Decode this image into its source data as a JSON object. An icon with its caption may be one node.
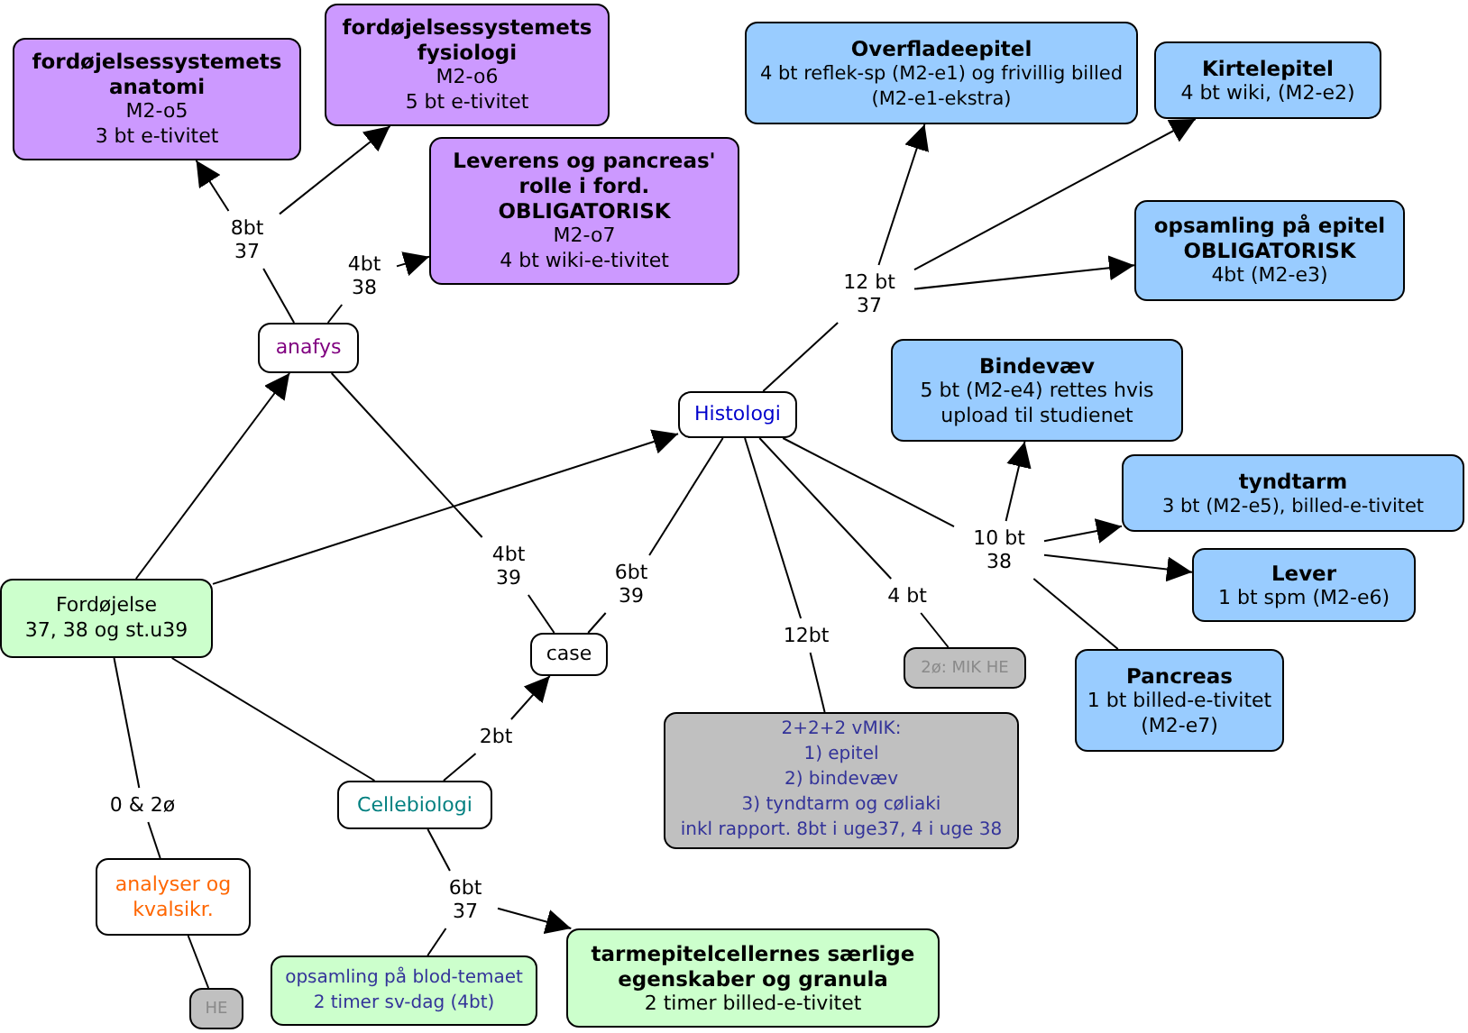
{
  "diagram": {
    "nodes": [
      {
        "text": [
          "Fordøjelse",
          "37, 38 og st.u39"
        ]
      },
      {
        "text": [
          "anafys"
        ]
      },
      {
        "text": [
          "Histologi"
        ]
      },
      {
        "text": [
          "case"
        ]
      },
      {
        "text": [
          "Cellebiologi"
        ]
      },
      {
        "text": [
          "analyser og kvalsikr."
        ]
      },
      {
        "text": [
          "HE"
        ]
      },
      {
        "text": [
          "8bt 37"
        ]
      },
      {
        "text": [
          "fordøjelsessystemets anatomi",
          "M2-o5",
          "3 bt e-tivitet"
        ]
      },
      {
        "text": [
          "fordøjelsessystemets fysiologi",
          "M2-o6",
          "5 bt e-tivitet"
        ]
      },
      {
        "text": [
          "4bt 38"
        ]
      },
      {
        "text": [
          "Leverens og pancreas' rolle i ford. OBLIGATORISK",
          "M2-o7",
          "4 bt wiki-e-tivitet"
        ]
      },
      {
        "text": [
          "12 bt 37"
        ]
      },
      {
        "text": [
          "Overfladeepitel",
          "4 bt reflek-sp (M2-e1) og frivillig billed (M2-e1-ekstra)"
        ]
      },
      {
        "text": [
          "Kirtelepitel",
          "4 bt wiki, (M2-e2)"
        ]
      },
      {
        "text": [
          "opsamling på epitel OBLIGATORISK",
          "4bt (M2-e3)"
        ]
      },
      {
        "text": [
          "Bindevæv",
          "5 bt (M2-e4) rettes hvis upload til studienet"
        ]
      },
      {
        "text": [
          "10 bt 38"
        ]
      },
      {
        "text": [
          "tyndtarm",
          "3 bt (M2-e5), billed-e-tivitet"
        ]
      },
      {
        "text": [
          "Lever",
          "1 bt spm (M2-e6)"
        ]
      },
      {
        "text": [
          "Pancreas",
          "1 bt billed-e-tivitet (M2-e7)"
        ]
      },
      {
        "text": [
          "4 bt"
        ]
      },
      {
        "text": [
          "2ø: MIK HE"
        ]
      },
      {
        "text": [
          "12bt"
        ]
      },
      {
        "text": [
          "2+2+2 vMIK:",
          "1) epitel",
          "2) bindevæv",
          "3) tyndtarm og cøliaki",
          "inkl rapport. 8bt i uge37, 4 i uge 38"
        ]
      },
      {
        "text": [
          "4bt 39"
        ]
      },
      {
        "text": [
          "6bt 39"
        ]
      },
      {
        "text": [
          "2bt"
        ]
      },
      {
        "text": [
          "0 & 2ø"
        ]
      },
      {
        "text": [
          "6bt 37"
        ]
      },
      {
        "text": [
          "opsamling på blod-temaet",
          "2 timer sv-dag (4bt)"
        ]
      },
      {
        "text": [
          "tarmepitelcellernes særlige egenskaber og granula",
          "2 timer billed-e-tivitet"
        ]
      }
    ],
    "edges": [
      {
        "from": 0,
        "to": 1,
        "arrow": "to"
      },
      {
        "from": 0,
        "to": 2,
        "arrow": "to"
      },
      {
        "from": 0,
        "to": 4,
        "arrow": "none"
      },
      {
        "from": 0,
        "to": 28,
        "arrow": "none"
      },
      {
        "from": 28,
        "to": 5,
        "arrow": "none"
      },
      {
        "from": 5,
        "to": 6,
        "arrow": "none"
      },
      {
        "from": 1,
        "to": 7,
        "arrow": "none"
      },
      {
        "from": 7,
        "to": 8,
        "arrow": "to"
      },
      {
        "from": 7,
        "to": 9,
        "arrow": "to"
      },
      {
        "from": 1,
        "to": 10,
        "arrow": "none"
      },
      {
        "from": 10,
        "to": 11,
        "arrow": "to"
      },
      {
        "from": 1,
        "to": 25,
        "arrow": "none"
      },
      {
        "from": 25,
        "to": 3,
        "arrow": "none"
      },
      {
        "from": 2,
        "to": 12,
        "arrow": "none"
      },
      {
        "from": 12,
        "to": 13,
        "arrow": "to"
      },
      {
        "from": 12,
        "to": 14,
        "arrow": "to"
      },
      {
        "from": 12,
        "to": 15,
        "arrow": "to"
      },
      {
        "from": 2,
        "to": 26,
        "arrow": "none"
      },
      {
        "from": 26,
        "to": 3,
        "arrow": "none"
      },
      {
        "from": 2,
        "to": 23,
        "arrow": "none"
      },
      {
        "from": 23,
        "to": 24,
        "arrow": "none"
      },
      {
        "from": 2,
        "to": 21,
        "arrow": "none"
      },
      {
        "from": 21,
        "to": 22,
        "arrow": "none"
      },
      {
        "from": 2,
        "to": 17,
        "arrow": "none"
      },
      {
        "from": 17,
        "to": 16,
        "arrow": "to"
      },
      {
        "from": 17,
        "to": 18,
        "arrow": "to"
      },
      {
        "from": 17,
        "to": 19,
        "arrow": "to"
      },
      {
        "from": 17,
        "to": 20,
        "arrow": "none"
      },
      {
        "from": 4,
        "to": 27,
        "arrow": "none"
      },
      {
        "from": 27,
        "to": 3,
        "arrow": "to"
      },
      {
        "from": 4,
        "to": 29,
        "arrow": "none"
      },
      {
        "from": 29,
        "to": 31,
        "arrow": "to"
      },
      {
        "from": 29,
        "to": 30,
        "arrow": "none"
      }
    ]
  }
}
